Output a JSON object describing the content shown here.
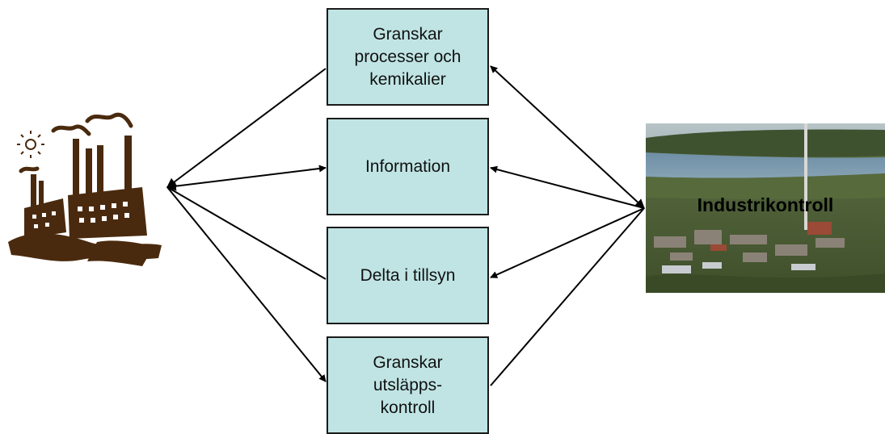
{
  "diagram": {
    "boxes": [
      {
        "label": "Granskar\nprocesser och\nkemikalier"
      },
      {
        "label": "Information"
      },
      {
        "label": "Delta i tillsyn"
      },
      {
        "label": "Granskar\nutsläpps-\nkontroll"
      }
    ],
    "photo_label": "Industrikontroll",
    "colors": {
      "box_fill": "#c0e4e4",
      "factory": "#4a2a0e",
      "arrow": "#000000"
    },
    "icons": [
      "factory-icon"
    ]
  }
}
